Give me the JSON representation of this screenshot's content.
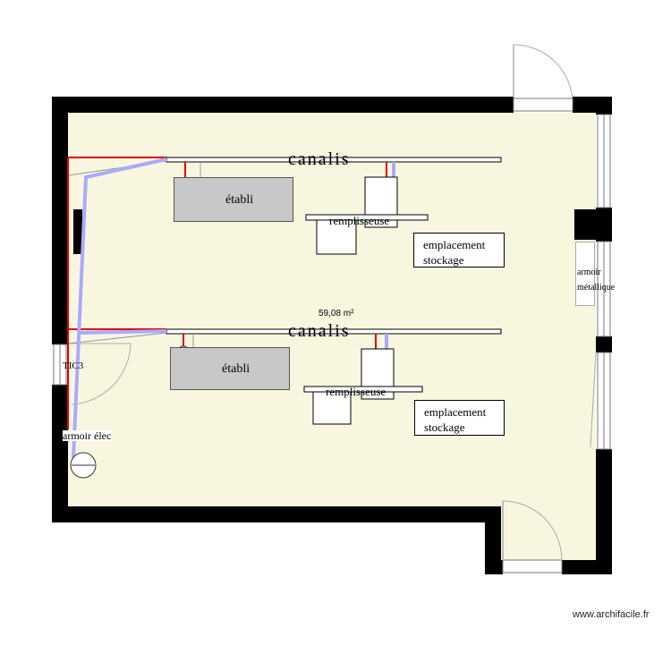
{
  "plan": {
    "area_label": "59,08 m²",
    "watermark": "www.archifacile.fr",
    "colors": {
      "floor": "#f9f6e0",
      "wall": "#000000",
      "electric_line": "#e00000",
      "air_line": "#aaaaff",
      "bench": "#c8c8c8"
    }
  },
  "rows": [
    {
      "rail_label": "canalis",
      "bench_label": "établi",
      "filler_label": "remplisseuse",
      "storage_label_line1": "emplacement",
      "storage_label_line2": "stockage"
    },
    {
      "rail_label": "canalis",
      "bench_label": "établi",
      "filler_label": "remplisseuse",
      "storage_label_line1": "emplacement",
      "storage_label_line2": "stockage"
    }
  ],
  "left_wall": {
    "cabinet_label": "TIC3",
    "electrical_cabinet_label": "armoir élec"
  },
  "right_wall": {
    "metal_cabinet_line1": "armoir",
    "metal_cabinet_line2": "métallique"
  }
}
